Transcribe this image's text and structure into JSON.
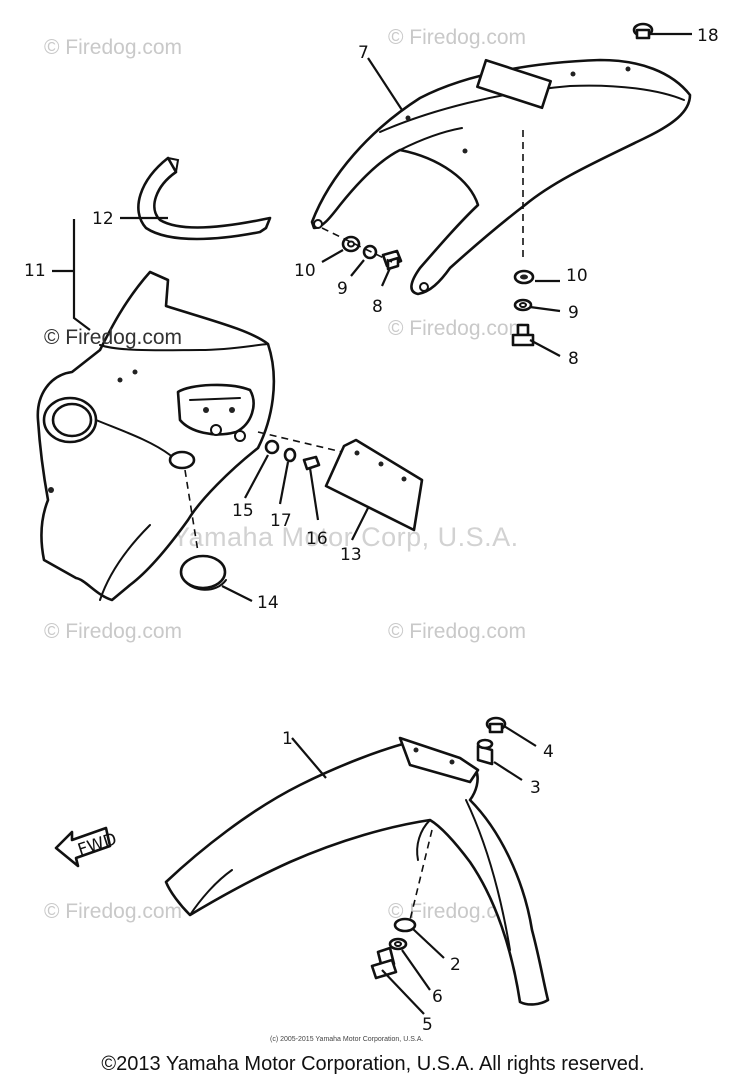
{
  "watermark": {
    "text": "© Firedog.com",
    "center_text": "Yamaha Motor Corp, U.S.A."
  },
  "callouts": {
    "c1": "1",
    "c2": "2",
    "c3": "3",
    "c4": "4",
    "c5": "5",
    "c6": "6",
    "c7": "7",
    "c8a": "8",
    "c8b": "8",
    "c9a": "9",
    "c9b": "9",
    "c10a": "10",
    "c10b": "10",
    "c11": "11",
    "c12": "12",
    "c13": "13",
    "c14": "14",
    "c15": "15",
    "c16": "16",
    "c17": "17",
    "c18": "18"
  },
  "fwd_label": "FWD",
  "small_note": "(c) 2005-2015 Yamaha Motor Corporation, U.S.A.",
  "copyright": "©2013 Yamaha Motor Corporation, U.S.A. All rights reserved.",
  "colors": {
    "line": "#111111",
    "watermark": "#c9c9c9",
    "background": "#ffffff"
  }
}
